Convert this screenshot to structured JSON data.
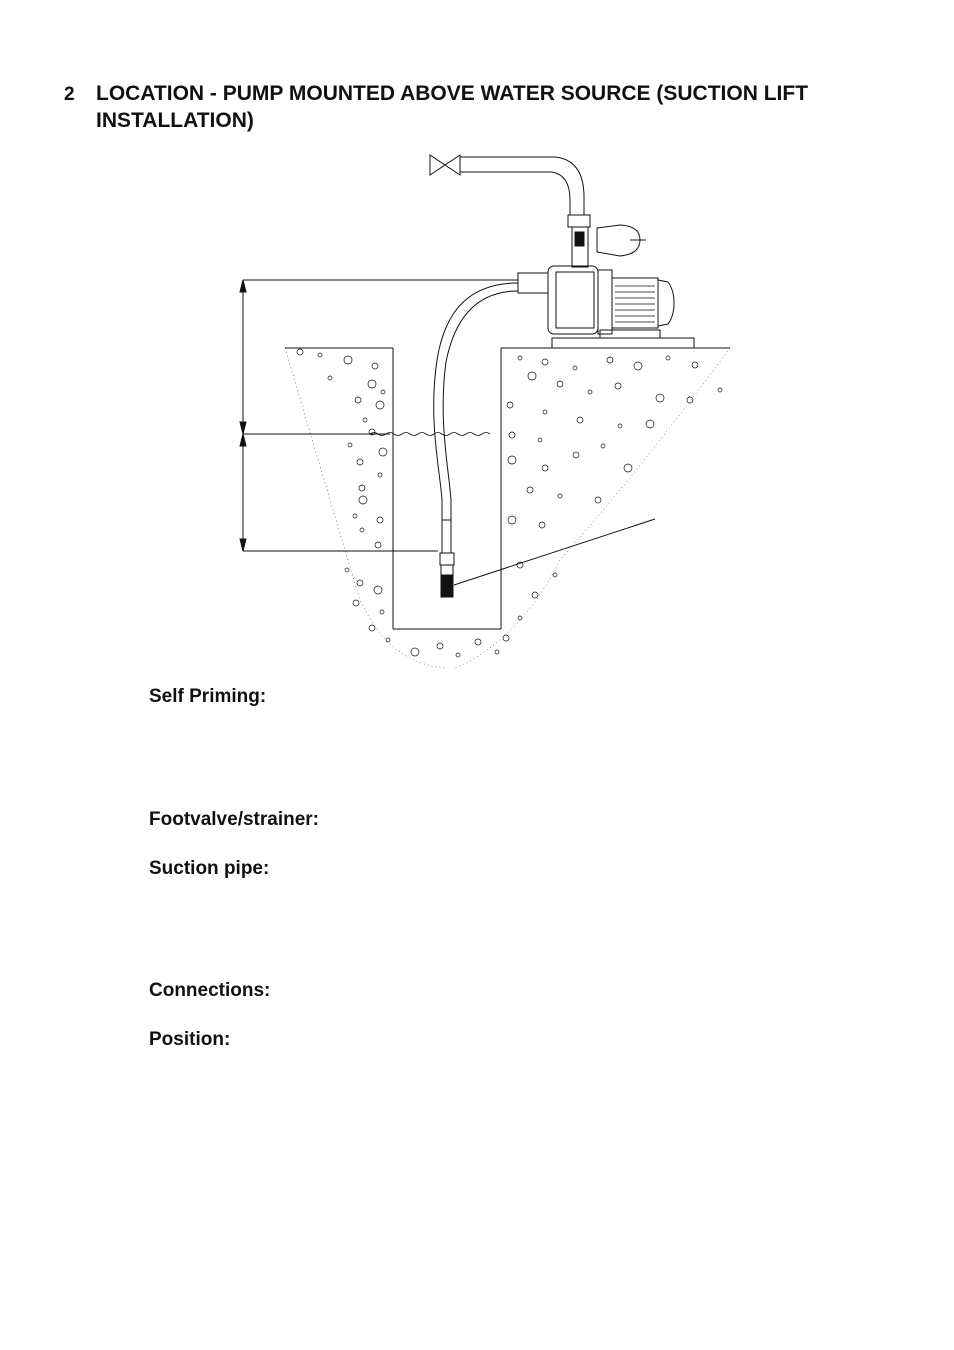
{
  "section": {
    "number": "2",
    "title": "LOCATION - PUMP MOUNTED ABOVE WATER SOURCE (SUCTION LIFT INSTALLATION)"
  },
  "terms": [
    "Self Priming:",
    "Footvalve/strainer:",
    "Suction pipe:",
    "Connections:",
    "Position:"
  ]
}
